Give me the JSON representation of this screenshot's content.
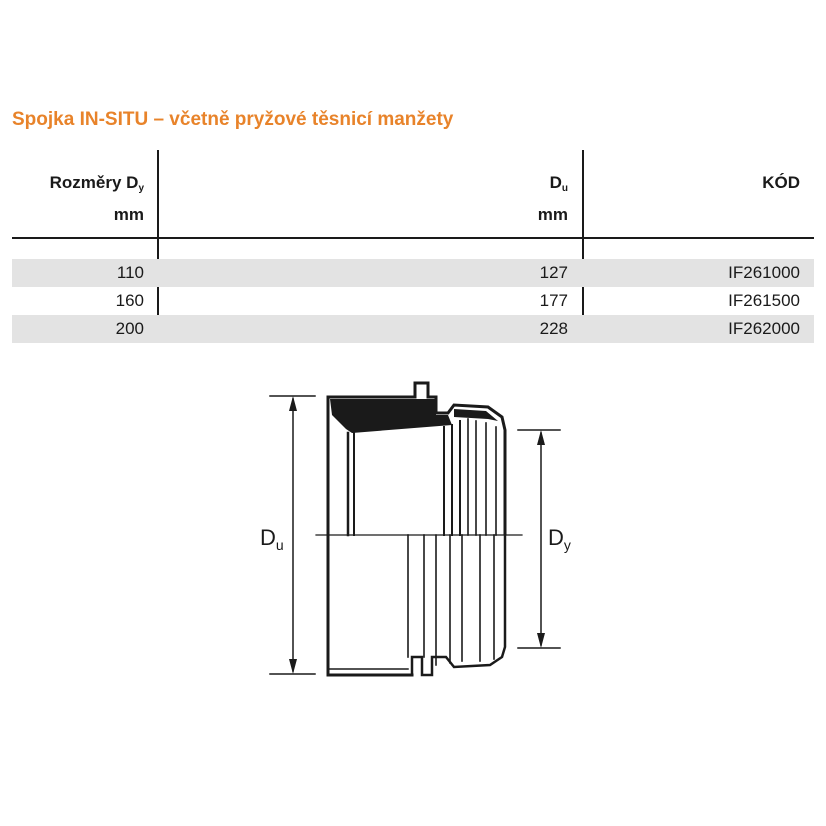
{
  "title": "Spojka IN-SITU – včetně pryžové těsnicí manžety",
  "table": {
    "headers": {
      "col1_line1": "Rozměry D",
      "col1_sub": "y",
      "col1_line2": "mm",
      "col2_line1": "D",
      "col2_sub": "u",
      "col2_line2": "mm",
      "col3": "KÓD"
    },
    "rows": [
      {
        "rozmery": "110",
        "du": "127",
        "kod": "IF261000"
      },
      {
        "rozmery": "160",
        "du": "177",
        "kod": "IF261500"
      },
      {
        "rozmery": "200",
        "du": "228",
        "kod": "IF262000"
      }
    ]
  },
  "drawing": {
    "label_du": "D",
    "label_du_sub": "u",
    "label_dy": "D",
    "label_dy_sub": "y"
  },
  "colors": {
    "title": "#e8832a",
    "row_shade": "#e3e3e3",
    "line": "#1a1a1a"
  }
}
